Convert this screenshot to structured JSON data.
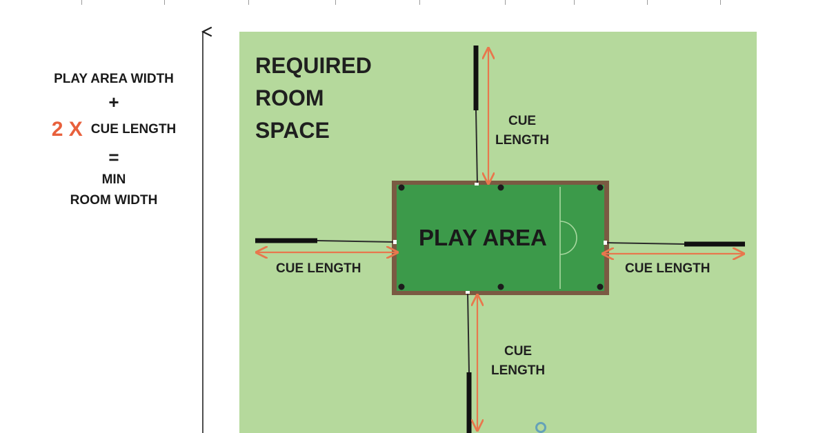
{
  "formula": {
    "line1": "PLAY AREA WIDTH",
    "plus": "+",
    "multiplier": "2 X",
    "cue": "CUE LENGTH",
    "equals": "=",
    "result_line1": "MIN",
    "result_line2": "ROOM WIDTH"
  },
  "room_label": [
    "REQUIRED",
    "ROOM",
    "SPACE"
  ],
  "table_label": "PLAY AREA",
  "cue_labels": {
    "top": [
      "CUE",
      "LENGTH"
    ],
    "bottom": [
      "CUE",
      "LENGTH"
    ],
    "left": "CUE LENGTH",
    "right": "CUE LENGTH"
  },
  "colors": {
    "room": "#b5d99c",
    "felt": "#3c9a4a",
    "rail": "#7a5a42",
    "arrow": "#e8774d",
    "accent": "#e8603c"
  }
}
